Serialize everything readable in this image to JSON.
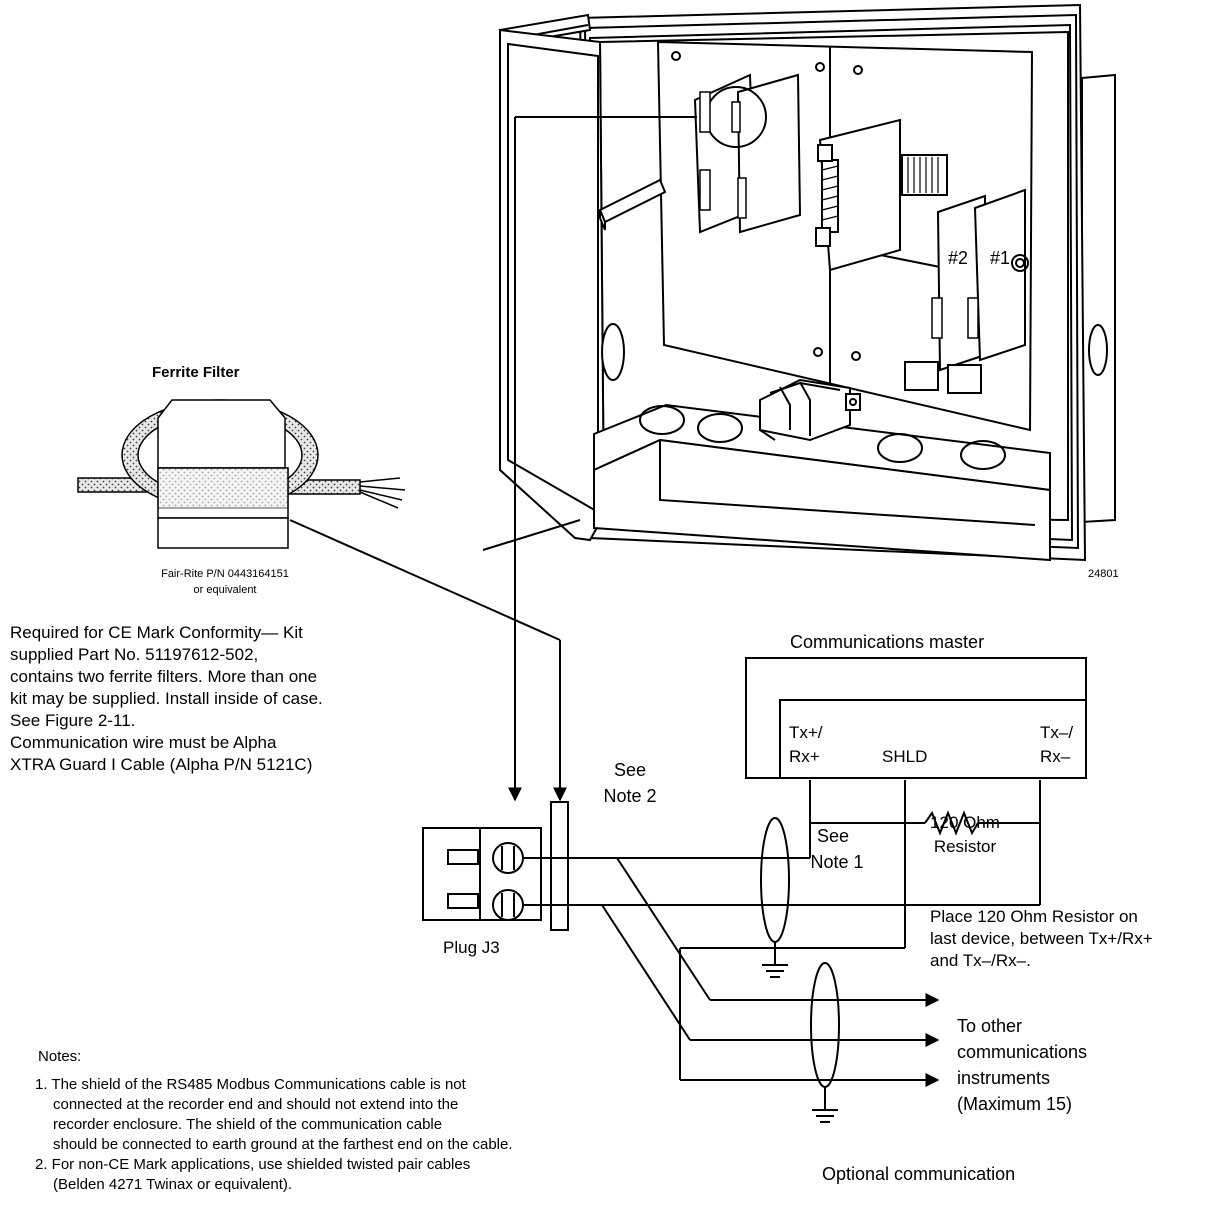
{
  "figure_id": "24801",
  "ferrite": {
    "title": "Ferrite Filter",
    "part_line1": "Fair-Rite P/N 0443164151",
    "part_line2": "or equivalent"
  },
  "ce_note": [
    "Required for CE Mark Conformity— Kit",
    "supplied Part No. 51197612-502,",
    "contains two ferrite filters. More than one",
    "kit may be supplied. Install inside of case.",
    "See Figure 2-11.",
    "Communication wire must be Alpha",
    "XTRA Guard I Cable (Alpha P/N 5121C)"
  ],
  "master": {
    "title": "Communications master",
    "txrx_plus_1": "Tx+/",
    "txrx_plus_2": "Rx+",
    "shld": "SHLD",
    "txrx_minus_1": "Tx–/",
    "txrx_minus_2": "Rx–"
  },
  "resistor": {
    "line1": "120 Ohm",
    "line2": "Resistor"
  },
  "see_note2": {
    "line1": "See",
    "line2": "Note 2"
  },
  "see_note1": {
    "line1": "See",
    "line2": "Note 1"
  },
  "plug_label": "Plug J3",
  "place_resistor": [
    "Place 120 Ohm Resistor on",
    "last device, between Tx+/Rx+",
    "and Tx–/Rx–."
  ],
  "to_other": [
    "To other",
    "communications",
    "instruments",
    "(Maximum 15)"
  ],
  "optional": "Optional communication",
  "slots": {
    "slot2": "#2",
    "slot1": "#1"
  },
  "notes": {
    "heading": "Notes:",
    "lines": [
      "1. The shield of the RS485 Modbus Communications cable is not",
      "connected at the recorder end and should not extend into the",
      "recorder enclosure. The shield of the communication cable",
      "should be connected to earth ground at the farthest end on the cable.",
      "2. For non-CE Mark applications, use shielded twisted pair cables",
      "(Belden 4271 Twinax or equivalent)."
    ]
  }
}
